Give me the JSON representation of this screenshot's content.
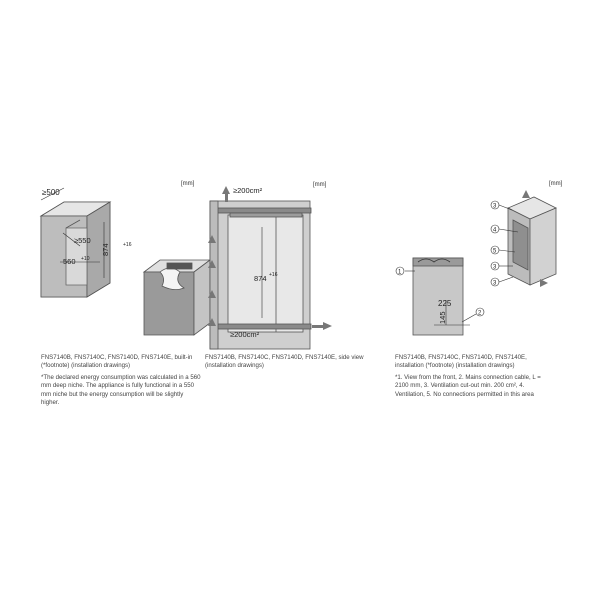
{
  "panel1": {
    "unit": "[mm]",
    "dims": {
      "width": "≥500",
      "depth": "≥550",
      "height": "874",
      "height_tol": "+16",
      "niche": "560",
      "niche_tol": "+10"
    },
    "caption_title": "FNS7140B, FNS7140C, FNS7140D, FNS7140E, built-in (*footnote) (installation drawings)",
    "caption_note": "*The declared energy consumption was calculated in a 560 mm deep niche. The appliance is fully functional in a 550 mm niche but the energy consumption will be slightly higher."
  },
  "panel2": {
    "unit": "[mm]",
    "dims": {
      "vent_top": "≥200cm²",
      "height": "874",
      "height_tol": "+16",
      "vent_bottom": "≥200cm²"
    },
    "caption_title": "FNS7140B, FNS7140C, FNS7140D, FNS7140E, side view (installation drawings)"
  },
  "panel3": {
    "unit": "[mm]",
    "dims": {
      "d225": "225",
      "d145": "145"
    },
    "labels": [
      "1",
      "2",
      "3",
      "4",
      "5"
    ],
    "caption_title": "FNS7140B, FNS7140C, FNS7140D, FNS7140E, installation (*footnote) (installation drawings)",
    "caption_note": "*1. View from the front, 2. Mains connection cable, L = 2100 mm, 3. Ventilation cut-out min. 200 cm², 4. Ventilation, 5. No connections permitted in this area"
  }
}
